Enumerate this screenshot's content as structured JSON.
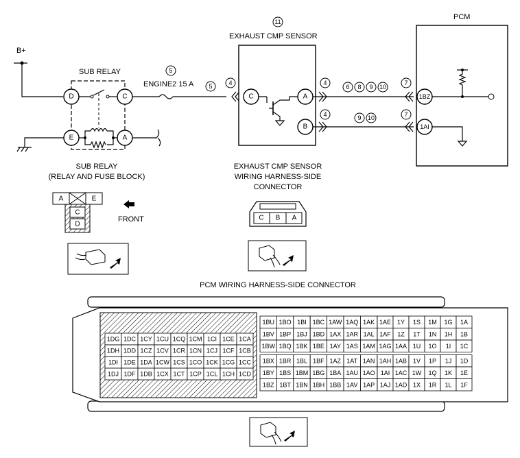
{
  "power_label": "B+",
  "sub_relay": {
    "title": "SUB RELAY",
    "caption_line1": "SUB RELAY",
    "caption_line2": "(RELAY AND FUSE BLOCK)",
    "pins": {
      "d": "D",
      "c": "C",
      "e": "E",
      "a": "A"
    },
    "connector_cells": [
      "A",
      "E",
      "C",
      "D"
    ],
    "front_label": "FRONT"
  },
  "fuse": {
    "ref": "5",
    "label": "ENGINE2 15 A"
  },
  "wire_refs": {
    "fuse_out": "5",
    "sensor_c_in": "4",
    "sensor_a_out": "4",
    "sensor_b_out": "4",
    "pcm_1bz_in": "7",
    "pcm_1ai_in": "7",
    "a_group": [
      "6",
      "8",
      "9",
      "10"
    ],
    "b_group": [
      "9",
      "10"
    ]
  },
  "sensor": {
    "ref": "11",
    "title": "EXHAUST CMP SENSOR",
    "pins": {
      "c": "C",
      "a": "A",
      "b": "B"
    },
    "caption_line1": "EXHAUST CMP SENSOR",
    "caption_line2": "WIRING HARNESS-SIDE",
    "caption_line3": "CONNECTOR",
    "connector_cells": [
      "C",
      "B",
      "A"
    ]
  },
  "pcm": {
    "title": "PCM",
    "pins": {
      "bz": "1BZ",
      "ai": "1AI"
    }
  },
  "pcm_connector": {
    "title": "PCM WIRING HARNESS-SIDE CONNECTOR",
    "left_block": [
      [
        "1DG",
        "1DC",
        "1CY",
        "1CU",
        "1CQ",
        "1CM",
        "1CI",
        "1CE",
        "1CA"
      ],
      [
        "1DH",
        "1DD",
        "1CZ",
        "1CV",
        "1CR",
        "1CN",
        "1CJ",
        "1CF",
        "1CB"
      ],
      [
        "1DI",
        "1DE",
        "1DA",
        "1CW",
        "1CS",
        "1CO",
        "1CK",
        "1CG",
        "1CC"
      ],
      [
        "1DJ",
        "1DF",
        "1DB",
        "1CX",
        "1CT",
        "1CP",
        "1CL",
        "1CH",
        "1CD"
      ]
    ],
    "middle_block": [
      [
        "1BU",
        "1BO",
        "1BI",
        "1BC",
        "1AW",
        "1AQ",
        "1AK"
      ],
      [
        "1BV",
        "1BP",
        "1BJ",
        "1BD",
        "1AX",
        "1AR",
        "1AL"
      ],
      [
        "1BW",
        "1BQ",
        "1BK",
        "1BE",
        "1AY",
        "1AS",
        "1AM"
      ],
      [
        "1BX",
        "1BR",
        "1BL",
        "1BF",
        "1AZ",
        "1AT",
        "1AN"
      ],
      [
        "1BY",
        "1BS",
        "1BM",
        "1BG",
        "1BA",
        "1AU",
        "1AO"
      ],
      [
        "1BZ",
        "1BT",
        "1BN",
        "1BH",
        "1BB",
        "1AV",
        "1AP"
      ]
    ],
    "right_block": [
      [
        "1AE",
        "1Y",
        "1S",
        "1M",
        "1G",
        "1A"
      ],
      [
        "1AF",
        "1Z",
        "1T",
        "1N",
        "1H",
        "1B"
      ],
      [
        "1AG",
        "1AA",
        "1U",
        "1O",
        "1I",
        "1C"
      ],
      [
        "1AH",
        "1AB",
        "1V",
        "1P",
        "1J",
        "1D"
      ],
      [
        "1AI",
        "1AC",
        "1W",
        "1Q",
        "1K",
        "1E"
      ],
      [
        "1AJ",
        "1AD",
        "1X",
        "1R",
        "1L",
        "1F"
      ]
    ]
  }
}
